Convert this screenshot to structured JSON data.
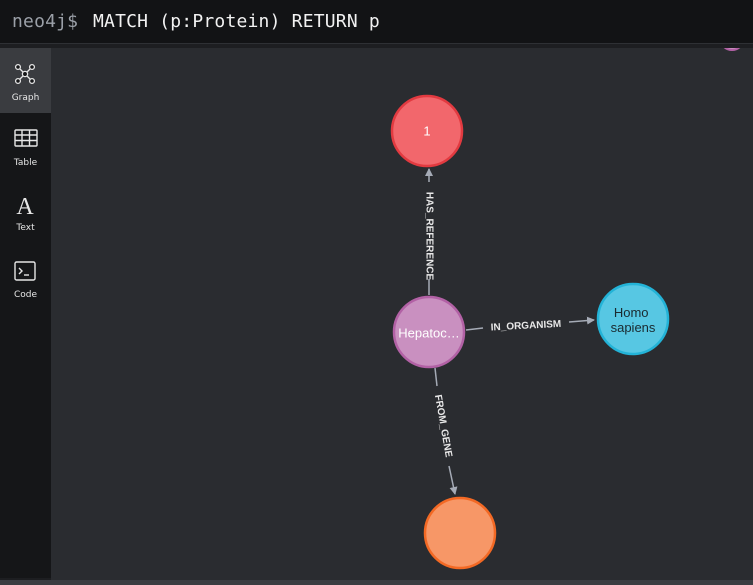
{
  "query": {
    "prompt": "neo4j$",
    "command": "MATCH (p:Protein) RETURN p"
  },
  "sidebar": {
    "items": [
      {
        "label": "Graph",
        "icon": "graph-icon",
        "active": true
      },
      {
        "label": "Table",
        "icon": "table-icon",
        "active": false
      },
      {
        "label": "Text",
        "icon": "text-icon",
        "active": false
      },
      {
        "label": "Code",
        "icon": "code-icon",
        "active": false
      }
    ]
  },
  "graph": {
    "nodes": [
      {
        "id": "reference",
        "caption": "1",
        "color": "#f2676c",
        "border": "#e23a40"
      },
      {
        "id": "protein",
        "caption": "Hepatoc…",
        "color": "#c990c0",
        "border": "#b261a5"
      },
      {
        "id": "organism",
        "caption_lines": [
          "Homo",
          "sapiens"
        ],
        "color": "#57c7e3",
        "border": "#23b3d7"
      },
      {
        "id": "gene",
        "caption": "",
        "color": "#f79767",
        "border": "#f36924"
      }
    ],
    "relationships": [
      {
        "type": "HAS_REFERENCE",
        "from": "protein",
        "to": "reference"
      },
      {
        "type": "IN_ORGANISM",
        "from": "protein",
        "to": "organism"
      },
      {
        "type": "FROM_GENE",
        "from": "protein",
        "to": "gene"
      }
    ],
    "edge_color": "#a5abb6",
    "background": "#2a2c30"
  }
}
